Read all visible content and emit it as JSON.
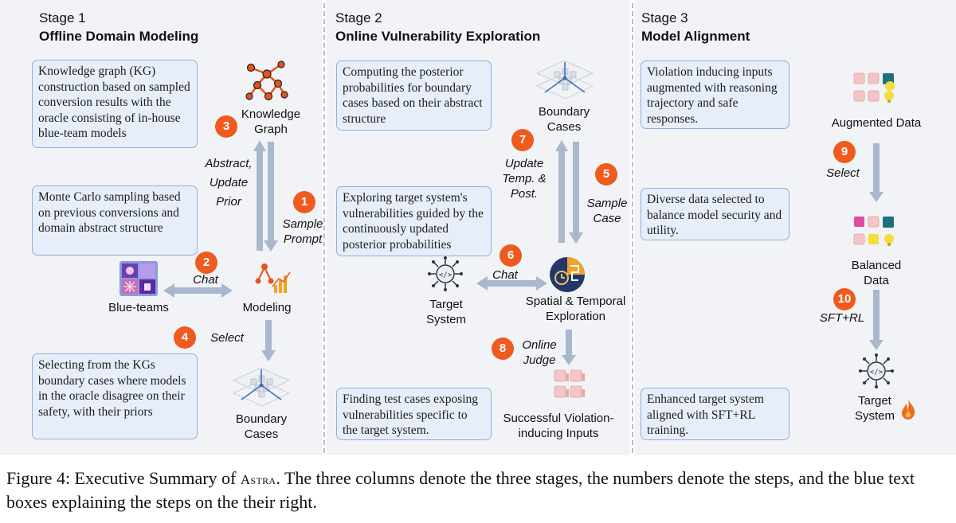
{
  "stages": [
    {
      "title": "Stage 1",
      "subtitle": "Offline Domain Modeling"
    },
    {
      "title": "Stage 2",
      "subtitle": "Online Vulnerability Exploration"
    },
    {
      "title": "Stage 3",
      "subtitle": "Model Alignment"
    }
  ],
  "notes": {
    "kg": "Knowledge graph (KG) construction based on sampled conversion results with the oracle consisting of in-house blue-team models",
    "mc": "Monte Carlo sampling based on previous conversions and domain abstract structure",
    "select_kg": "Selecting from the KGs boundary cases where models in the oracle disagree on their safety, with their priors",
    "posterior": "Computing the posterior probabilities for boundary cases based on their abstract structure",
    "explore": "Exploring target system's vulnerabilities guided by the continuously updated posterior probabilities",
    "finding": "Finding test cases exposing vulnerabilities specific to the target system.",
    "violation": "Violation inducing inputs augmented with reasoning trajectory and safe responses.",
    "diverse": "Diverse data selected to balance model security and utility.",
    "enhanced": "Enhanced target system aligned with SFT+RL training."
  },
  "nodes": {
    "knowledge_graph": "Knowledge Graph",
    "modeling": "Modeling",
    "blue_teams": "Blue-teams",
    "boundary_cases_1": "Boundary Cases",
    "boundary_cases_2": "Boundary Cases",
    "target_system_2": "Target System",
    "spatial_temporal": "Spatial & Temporal Exploration",
    "violation_inputs": "Successful Violation-inducing Inputs",
    "augmented_data": "Augmented Data",
    "balanced_data": "Balanced Data",
    "target_system_3": "Target System"
  },
  "edge_labels": {
    "abstract_update": "Abstract, Update Prior",
    "sample_prompt": "Sample Prompt",
    "chat_1": "Chat",
    "select_1": "Select",
    "update_temp": "Update Temp. & Post.",
    "sample_case": "Sample Case",
    "chat_2": "Chat",
    "online_judge": "Online Judge",
    "select_3": "Select",
    "sft_rl": "SFT+RL"
  },
  "steps": [
    "1",
    "2",
    "3",
    "4",
    "5",
    "6",
    "7",
    "8",
    "9",
    "10"
  ],
  "caption": {
    "prefix": "Figure 4: Executive Summary of ",
    "name": "Astra",
    "suffix": ". The three columns denote the three stages, the numbers denote the steps, and the blue text boxes explaining the steps on the their right."
  },
  "colors": {
    "panel_bg": "#f1f3f6",
    "note_bg": "#e7eef9",
    "note_border": "#8fb0dc",
    "arrow": "#a9b8cc",
    "step_badge": "#ef5a1f"
  }
}
